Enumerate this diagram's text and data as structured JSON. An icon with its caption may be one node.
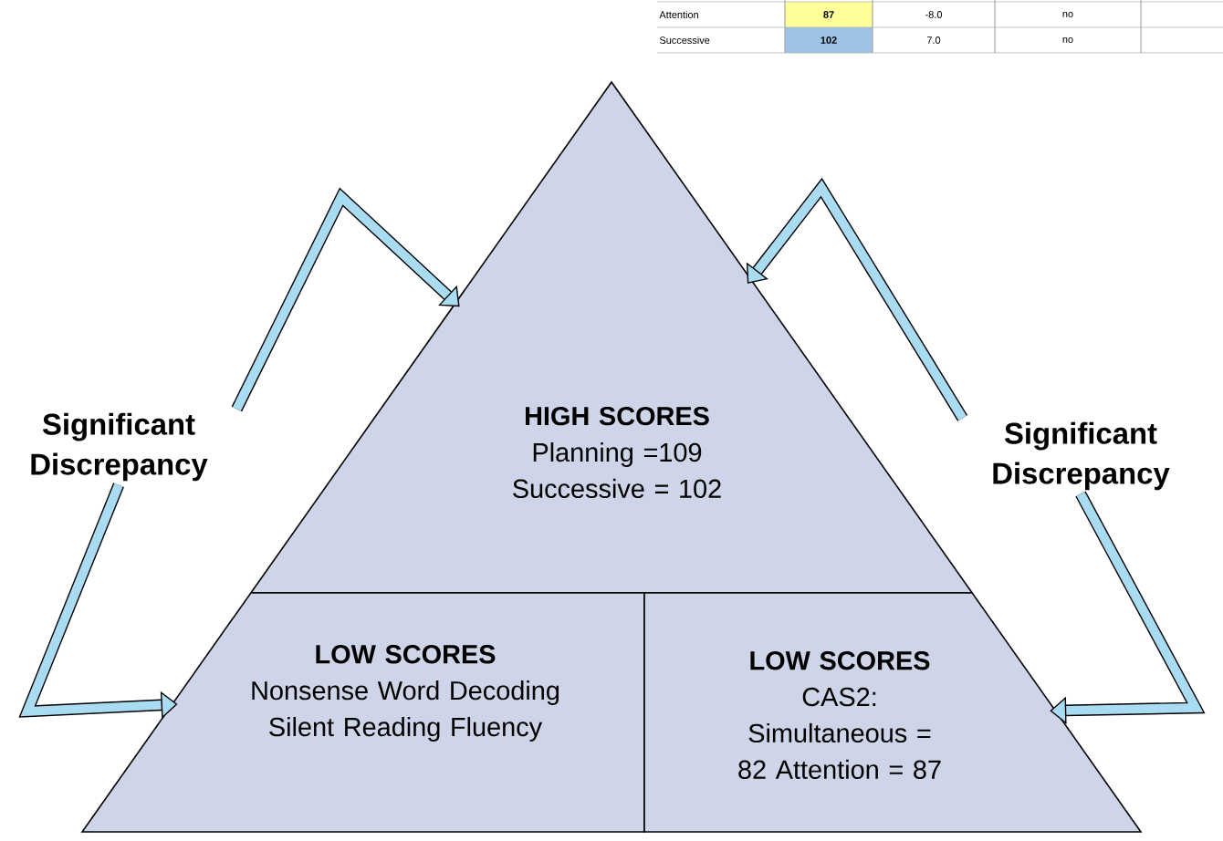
{
  "diagram": {
    "nodes": [
      {
        "text": [
          "HIGH SCORES",
          "Planning =109 Successive = 102"
        ]
      },
      {
        "text": [
          "LOW SCORES",
          "Nonsense Word Decoding Silent Reading Fluency"
        ]
      },
      {
        "text": [
          "LOW SCORES",
          "CAS2: Simultaneous = 82 Attention = 87"
        ]
      },
      {
        "text": [
          "Significant Discrepancy"
        ]
      },
      {
        "text": [
          "Significant Discrepancy"
        ]
      }
    ],
    "edges": [
      {
        "from": 3,
        "to": 0,
        "arrow": "to"
      },
      {
        "from": 3,
        "to": 1,
        "arrow": "to"
      },
      {
        "from": 4,
        "to": 0,
        "arrow": "to"
      },
      {
        "from": 4,
        "to": 2,
        "arrow": "to"
      }
    ],
    "labels": [
      "Attention",
      "87",
      "-8.0",
      "no",
      "Successive",
      "102",
      "7.0",
      "no"
    ]
  }
}
